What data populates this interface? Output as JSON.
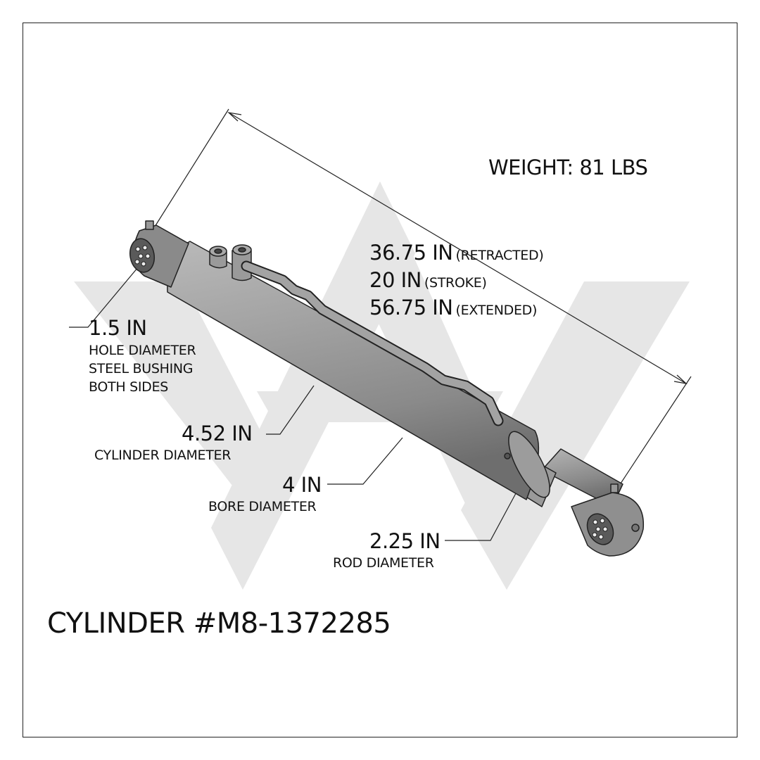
{
  "weight": "WEIGHT: 81 LBS",
  "length": {
    "retracted_value": "36.75 IN",
    "retracted_note": "(RETRACTED)",
    "stroke_value": "20 IN",
    "stroke_note": "(STROKE)",
    "extended_value": "56.75 IN",
    "extended_note": "(EXTENDED)"
  },
  "hole": {
    "value": "1.5 IN",
    "line1": "HOLE DIAMETER",
    "line2": "STEEL BUSHING",
    "line3": "BOTH SIDES"
  },
  "cylinder_diameter": {
    "value": "4.52 IN",
    "label": "CYLINDER DIAMETER"
  },
  "bore_diameter": {
    "value": "4 IN",
    "label": "BORE DIAMETER"
  },
  "rod_diameter": {
    "value": "2.25 IN",
    "label": "ROD DIAMETER"
  },
  "part_title": "CYLINDER #M8-1372285",
  "colors": {
    "watermark": "#e6e6e6",
    "body": "#8e8e8e",
    "outline": "#222222"
  }
}
